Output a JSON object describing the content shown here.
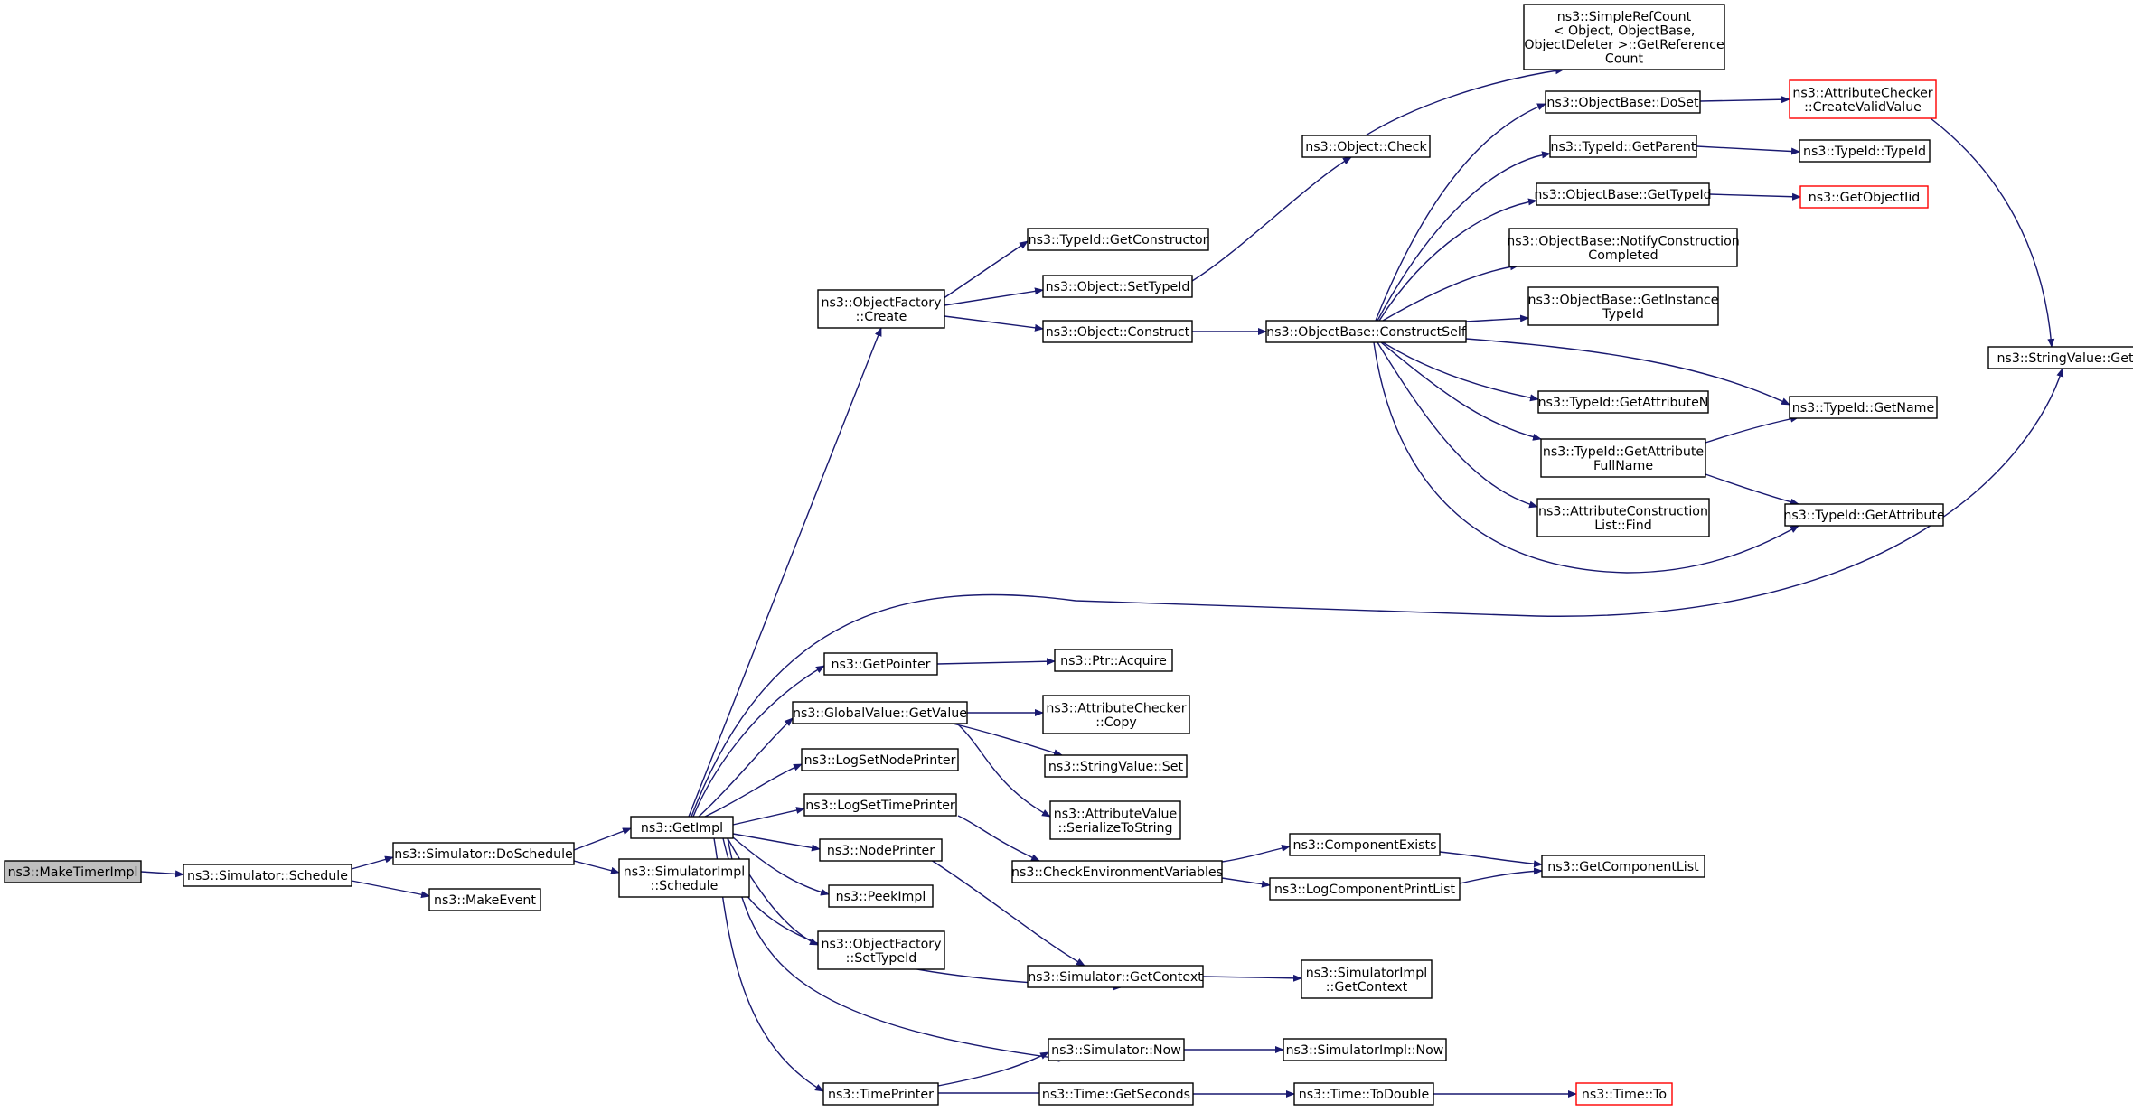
{
  "colors": {
    "edge": "#191970",
    "border": "#000000",
    "unresolved_border": "#ff0000",
    "root_fill": "#bfbfbf",
    "fill": "#ffffff"
  },
  "nodes": [
    {
      "id": "make-timer-impl",
      "lines": [
        "ns3::MakeTimerImpl"
      ],
      "root": true
    },
    {
      "id": "simulator-schedule",
      "lines": [
        "ns3::Simulator::Schedule"
      ]
    },
    {
      "id": "simulator-do-schedule",
      "lines": [
        "ns3::Simulator::DoSchedule"
      ]
    },
    {
      "id": "make-event",
      "lines": [
        "ns3::MakeEvent"
      ]
    },
    {
      "id": "get-impl",
      "lines": [
        "ns3::GetImpl"
      ]
    },
    {
      "id": "simulator-impl-schedule",
      "lines": [
        "ns3::SimulatorImpl",
        "::Schedule"
      ]
    },
    {
      "id": "object-factory-create",
      "lines": [
        "ns3::ObjectFactory",
        "::Create"
      ]
    },
    {
      "id": "get-pointer",
      "lines": [
        "ns3::GetPointer"
      ]
    },
    {
      "id": "global-value-get-value",
      "lines": [
        "ns3::GlobalValue::GetValue"
      ]
    },
    {
      "id": "log-set-node-printer",
      "lines": [
        "ns3::LogSetNodePrinter"
      ]
    },
    {
      "id": "log-set-time-printer",
      "lines": [
        "ns3::LogSetTimePrinter"
      ]
    },
    {
      "id": "node-printer",
      "lines": [
        "ns3::NodePrinter"
      ]
    },
    {
      "id": "peek-impl",
      "lines": [
        "ns3::PeekImpl"
      ]
    },
    {
      "id": "object-factory-set-type-id",
      "lines": [
        "ns3::ObjectFactory",
        "::SetTypeId"
      ]
    },
    {
      "id": "time-printer",
      "lines": [
        "ns3::TimePrinter"
      ]
    },
    {
      "id": "type-id-get-constructor",
      "lines": [
        "ns3::TypeId::GetConstructor"
      ]
    },
    {
      "id": "object-set-type-id",
      "lines": [
        "ns3::Object::SetTypeId"
      ]
    },
    {
      "id": "object-construct",
      "lines": [
        "ns3::Object::Construct"
      ]
    },
    {
      "id": "ptr-acquire",
      "lines": [
        "ns3::Ptr::Acquire"
      ]
    },
    {
      "id": "attribute-checker-copy",
      "lines": [
        "ns3::AttributeChecker",
        "::Copy"
      ]
    },
    {
      "id": "string-value-set",
      "lines": [
        "ns3::StringValue::Set"
      ]
    },
    {
      "id": "attribute-value-serialize",
      "lines": [
        "ns3::AttributeValue",
        "::SerializeToString"
      ]
    },
    {
      "id": "check-environment-variables",
      "lines": [
        "ns3::CheckEnvironmentVariables"
      ]
    },
    {
      "id": "simulator-get-context",
      "lines": [
        "ns3::Simulator::GetContext"
      ]
    },
    {
      "id": "simulator-now",
      "lines": [
        "ns3::Simulator::Now"
      ]
    },
    {
      "id": "time-get-seconds",
      "lines": [
        "ns3::Time::GetSeconds"
      ]
    },
    {
      "id": "object-check",
      "lines": [
        "ns3::Object::Check"
      ]
    },
    {
      "id": "object-base-construct-self",
      "lines": [
        "ns3::ObjectBase::ConstructSelf"
      ]
    },
    {
      "id": "component-exists",
      "lines": [
        "ns3::ComponentExists"
      ]
    },
    {
      "id": "log-component-print-list",
      "lines": [
        "ns3::LogComponentPrintList"
      ]
    },
    {
      "id": "simulator-impl-get-context",
      "lines": [
        "ns3::SimulatorImpl",
        "::GetContext"
      ]
    },
    {
      "id": "simulator-impl-now",
      "lines": [
        "ns3::SimulatorImpl::Now"
      ]
    },
    {
      "id": "time-to-double",
      "lines": [
        "ns3::Time::ToDouble"
      ]
    },
    {
      "id": "simple-ref-count",
      "lines": [
        "ns3::SimpleRefCount",
        "< Object, ObjectBase,",
        "ObjectDeleter >::GetReference",
        "Count"
      ]
    },
    {
      "id": "object-base-do-set",
      "lines": [
        "ns3::ObjectBase::DoSet"
      ]
    },
    {
      "id": "type-id-get-parent",
      "lines": [
        "ns3::TypeId::GetParent"
      ]
    },
    {
      "id": "object-base-get-type-id",
      "lines": [
        "ns3::ObjectBase::GetTypeId"
      ]
    },
    {
      "id": "object-base-notify",
      "lines": [
        "ns3::ObjectBase::NotifyConstruction",
        "Completed"
      ]
    },
    {
      "id": "object-base-get-instance",
      "lines": [
        "ns3::ObjectBase::GetInstance",
        "TypeId"
      ]
    },
    {
      "id": "type-id-get-attribute-n",
      "lines": [
        "ns3::TypeId::GetAttributeN"
      ]
    },
    {
      "id": "type-id-get-attribute-full-name",
      "lines": [
        "ns3::TypeId::GetAttribute",
        "FullName"
      ]
    },
    {
      "id": "attribute-construction-list-find",
      "lines": [
        "ns3::AttributeConstruction",
        "List::Find"
      ]
    },
    {
      "id": "get-component-list",
      "lines": [
        "ns3::GetComponentList"
      ]
    },
    {
      "id": "time-to",
      "lines": [
        "ns3::Time::To"
      ],
      "unresolved": true
    },
    {
      "id": "attribute-checker-create-valid",
      "lines": [
        "ns3::AttributeChecker",
        "::CreateValidValue"
      ],
      "unresolved": true
    },
    {
      "id": "type-id-type-id",
      "lines": [
        "ns3::TypeId::TypeId"
      ]
    },
    {
      "id": "get-object-iid",
      "lines": [
        "ns3::GetObjectIid"
      ],
      "unresolved": true
    },
    {
      "id": "type-id-get-name",
      "lines": [
        "ns3::TypeId::GetName"
      ]
    },
    {
      "id": "type-id-get-attribute",
      "lines": [
        "ns3::TypeId::GetAttribute"
      ]
    },
    {
      "id": "string-value-get",
      "lines": [
        "ns3::StringValue::Get"
      ]
    }
  ]
}
